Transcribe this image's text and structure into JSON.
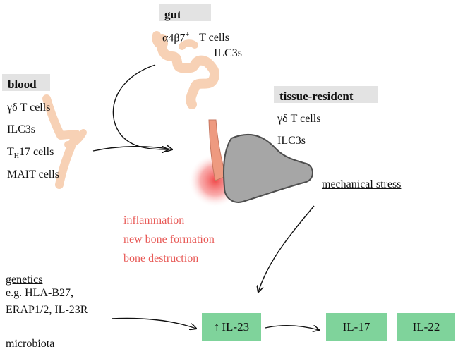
{
  "gut": {
    "header": "gut",
    "cells_1_prefix": "α4β7",
    "cells_1_sup": "+",
    "cells_1_suffix": "T cells",
    "cells_2": "ILC3s"
  },
  "blood": {
    "header": "blood",
    "cells": [
      "γδ T cells",
      "ILC3s",
      "MAIT cells"
    ],
    "th17_main": "T",
    "th17_sub": "H",
    "th17_rest": "17 cells"
  },
  "tissue": {
    "header": "tissue-resident",
    "cells": [
      "γδ T cells",
      "ILC3s"
    ]
  },
  "mechanical_stress": "mechanical stress",
  "outcomes": [
    "inflammation",
    "new bone formation",
    "bone destruction"
  ],
  "genetics": {
    "title": "genetics",
    "line1": "e.g. HLA-B27,",
    "line2": "ERAP1/2, IL-23R"
  },
  "microbiota": "microbiota",
  "cytokines": {
    "il23_arrow": "↑",
    "il23": "IL-23",
    "il17": "IL-17",
    "il22": "IL-22"
  },
  "colors": {
    "header_bg": "#e3e3e3",
    "cytokine_box": "#7fd39b",
    "outcome_text": "#e85a57",
    "bone_fill": "#a6a6a6",
    "gut_fill": "#f7d1b5",
    "tendon_fill": "#ee9a80"
  }
}
